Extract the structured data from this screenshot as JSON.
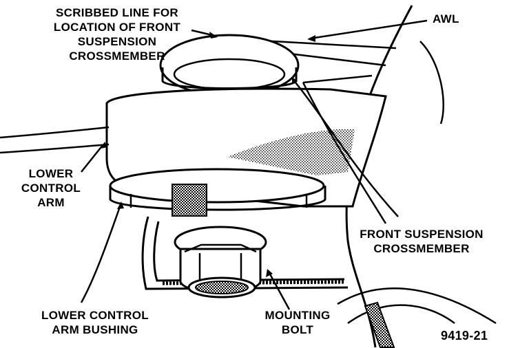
{
  "figure_id": "9419-21",
  "labels": {
    "scribbed_line": [
      "SCRIBBED LINE FOR",
      "LOCATION OF FRONT",
      "SUSPENSION",
      "CROSSMEMBER"
    ],
    "awl": "AWL",
    "lower_control_arm": [
      "LOWER",
      "CONTROL",
      "ARM"
    ],
    "front_suspension_crossmember": [
      "FRONT SUSPENSION",
      "CROSSMEMBER"
    ],
    "lower_control_arm_bushing": [
      "LOWER CONTROL",
      "ARM BUSHING"
    ],
    "mounting_bolt": [
      "MOUNTING",
      "BOLT"
    ]
  },
  "colors": {
    "ink": "#000000",
    "paper": "#ffffff",
    "shade": "#8a8a8a"
  }
}
